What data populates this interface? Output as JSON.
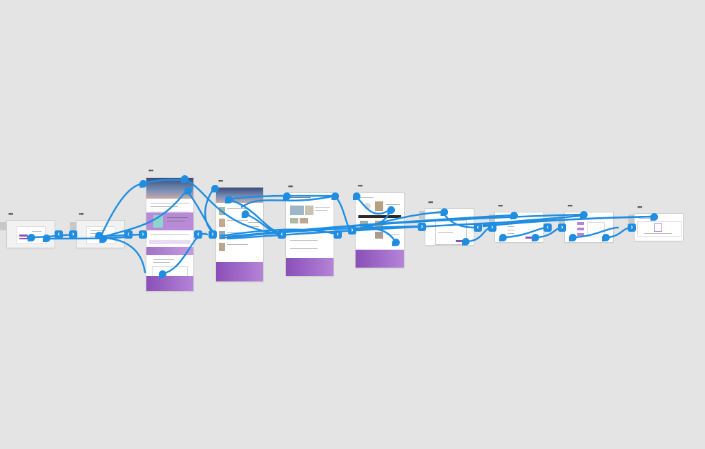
{
  "canvas": {
    "background": "#e4e4e4",
    "wire_color": "#1f8ee2"
  },
  "artboards": [
    {
      "id": "screen-1",
      "menu": "•••"
    },
    {
      "id": "screen-2",
      "menu": "•••"
    },
    {
      "id": "screen-3-home",
      "menu": "•••"
    },
    {
      "id": "screen-4-list",
      "menu": "•••"
    },
    {
      "id": "screen-5-results",
      "menu": "•••"
    },
    {
      "id": "screen-6-detail",
      "menu": "•••"
    },
    {
      "id": "screen-7-form",
      "menu": "•••"
    },
    {
      "id": "screen-8-form",
      "menu": "•••"
    },
    {
      "id": "screen-9-form",
      "menu": "•••"
    },
    {
      "id": "screen-10-confirm",
      "menu": "•••"
    }
  ],
  "icons": {
    "prev_connector": "chevron-left-icon",
    "next_connector": "chevron-right-icon",
    "wire_handle": "link-handle-icon",
    "artboard_menu": "more-options-icon"
  },
  "glyphs": {
    "prev": "‹",
    "next": "›"
  }
}
